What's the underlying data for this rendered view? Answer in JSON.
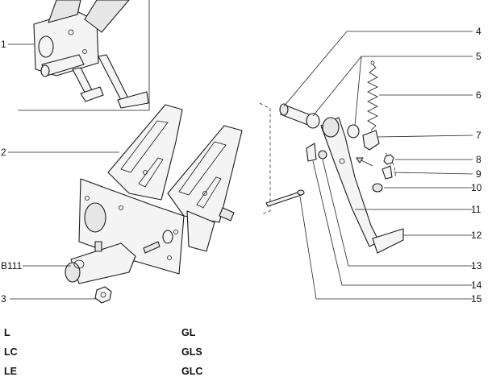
{
  "callouts": {
    "c1": "1",
    "c2": "2",
    "c3": "3",
    "c4": "4",
    "c5": "5",
    "c6": "6",
    "c7": "7",
    "c8": "8",
    "c9": "9",
    "c10": "10",
    "c11": "11",
    "c12": "12",
    "c13": "13",
    "c14": "14",
    "c15": "15",
    "b111": "B111"
  },
  "variants": {
    "left": [
      "L",
      "LC",
      "LE"
    ],
    "right": [
      "GL",
      "GLS",
      "GLC"
    ]
  }
}
